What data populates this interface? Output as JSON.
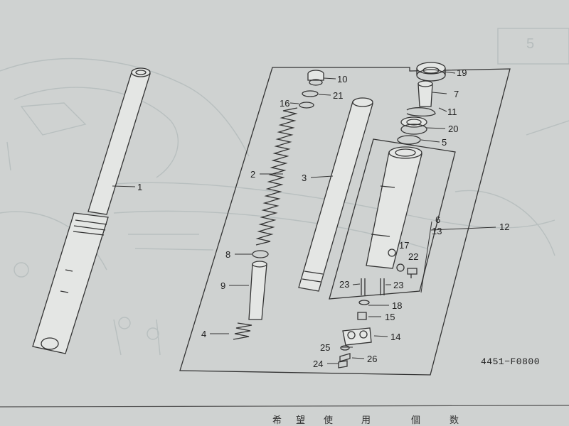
{
  "diagram_code": "4451−F0800",
  "callouts": [
    {
      "id": "p1",
      "text": "1"
    },
    {
      "id": "p2",
      "text": "2"
    },
    {
      "id": "p3",
      "text": "3"
    },
    {
      "id": "p4",
      "text": "4"
    },
    {
      "id": "p5",
      "text": "5"
    },
    {
      "id": "p6",
      "text": "6"
    },
    {
      "id": "p7",
      "text": "7"
    },
    {
      "id": "p8",
      "text": "8"
    },
    {
      "id": "p9",
      "text": "9"
    },
    {
      "id": "p10",
      "text": "10"
    },
    {
      "id": "p11",
      "text": "11"
    },
    {
      "id": "p12",
      "text": "12"
    },
    {
      "id": "p13",
      "text": "13"
    },
    {
      "id": "p14",
      "text": "14"
    },
    {
      "id": "p15",
      "text": "15"
    },
    {
      "id": "p16",
      "text": "16"
    },
    {
      "id": "p17",
      "text": "17"
    },
    {
      "id": "p18",
      "text": "18"
    },
    {
      "id": "p19",
      "text": "19"
    },
    {
      "id": "p20",
      "text": "20"
    },
    {
      "id": "p21",
      "text": "21"
    },
    {
      "id": "p22",
      "text": "22"
    },
    {
      "id": "p23a",
      "text": "23"
    },
    {
      "id": "p23b",
      "text": "23"
    },
    {
      "id": "p24",
      "text": "24"
    },
    {
      "id": "p25",
      "text": "25"
    },
    {
      "id": "p26",
      "text": "26"
    }
  ],
  "background_section_mark": "5",
  "footer_chars": [
    "希",
    "望",
    "使",
    "用",
    "個",
    "数"
  ]
}
